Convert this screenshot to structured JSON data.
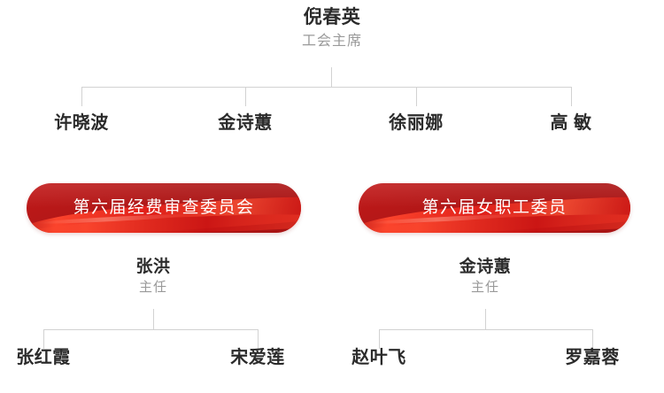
{
  "org_chart": {
    "root": {
      "name": "倪春英",
      "role": "工会主席"
    },
    "level2_members": [
      {
        "name": "许晓波"
      },
      {
        "name": "金诗蕙"
      },
      {
        "name": "徐丽娜"
      },
      {
        "name": "高 敏"
      }
    ],
    "committees": [
      {
        "banner_label": "第六届经费审查委员会",
        "chair": {
          "name": "张洪",
          "role": "主任"
        },
        "members": [
          {
            "name": "张红霞"
          },
          {
            "name": "宋爱莲"
          }
        ]
      },
      {
        "banner_label": "第六届女职工委员",
        "chair": {
          "name": "金诗蕙",
          "role": "主任"
        },
        "members": [
          {
            "name": "赵叶飞"
          },
          {
            "name": "罗嘉蓉"
          }
        ]
      }
    ],
    "colors": {
      "banner_red_dark": "#a81313",
      "banner_red_light": "#c21a1a",
      "ribbon_red": "#e2201a",
      "name_text": "#2b2b2b",
      "role_text": "#9a9a9a",
      "connector_line": "#d2d2d2",
      "background": "#ffffff"
    }
  }
}
